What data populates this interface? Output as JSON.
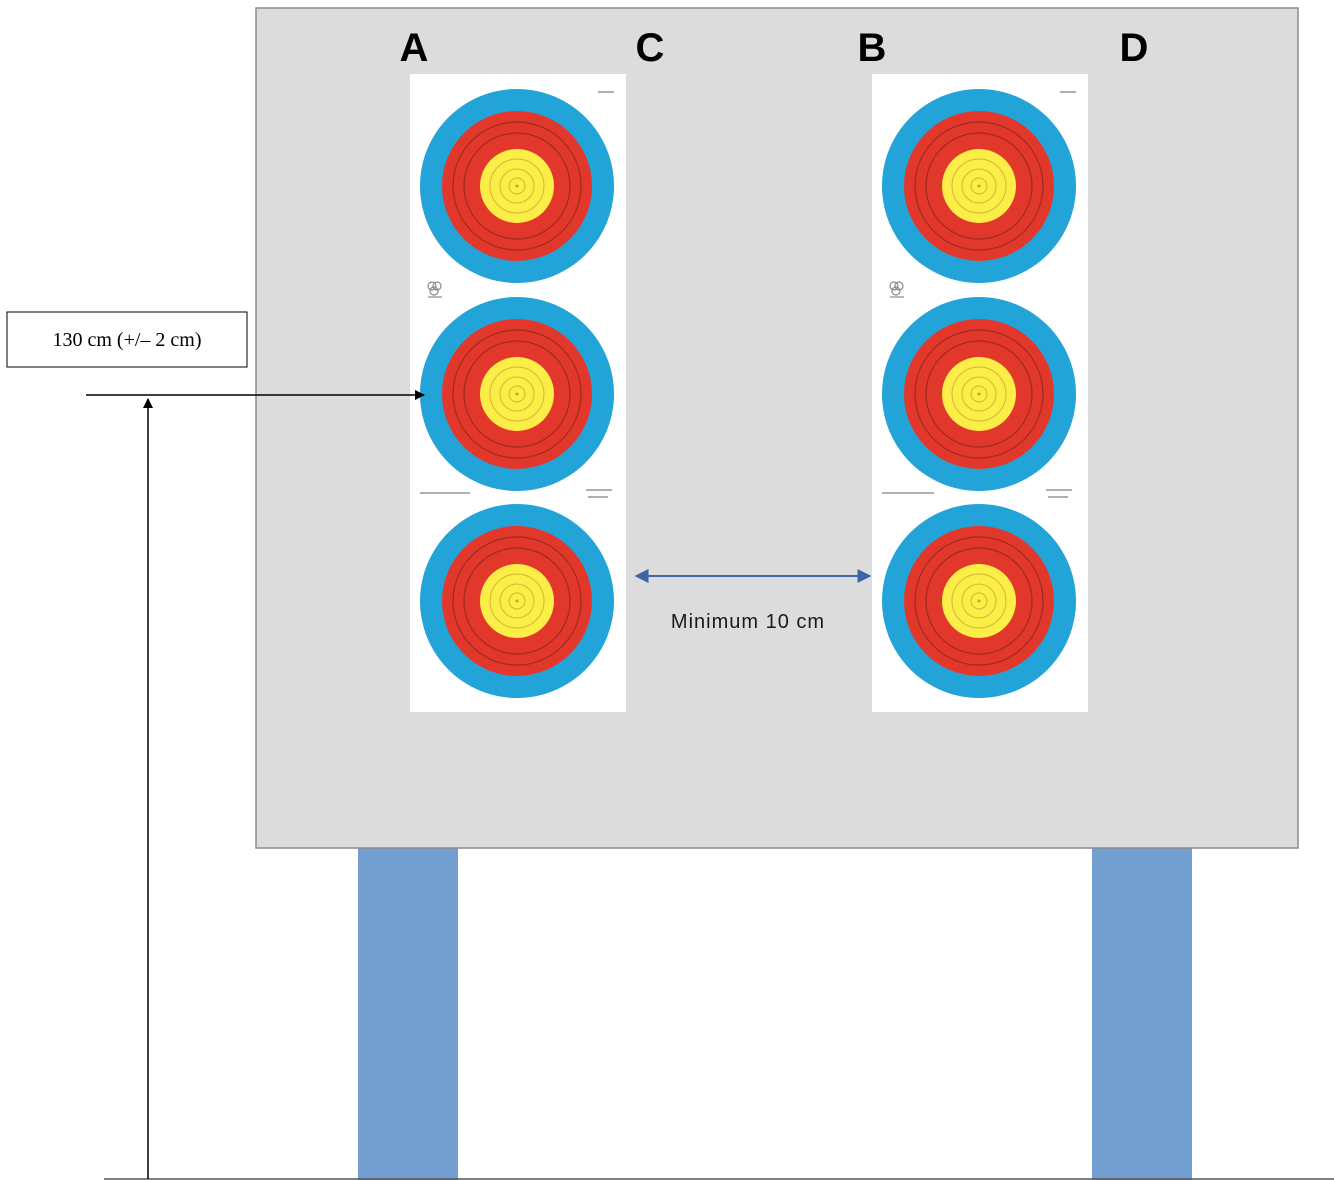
{
  "lanes": {
    "a": "A",
    "c": "C",
    "b": "B",
    "d": "D"
  },
  "height_label": "130 cm (+/– 2 cm)",
  "gap_label": "Minimum 10 cm",
  "colors": {
    "boss": "#dcdcdc",
    "boss_border": "#8c8c8c",
    "legs": "#729fcf",
    "ring_blue": "#23a4d8",
    "ring_red": "#e2382b",
    "ring_yellow": "#fcee46",
    "gap_arrow": "#3d65a8"
  },
  "icons": {
    "target_face": "archery-target-face-icon",
    "logo": "archery-logo-icon"
  }
}
